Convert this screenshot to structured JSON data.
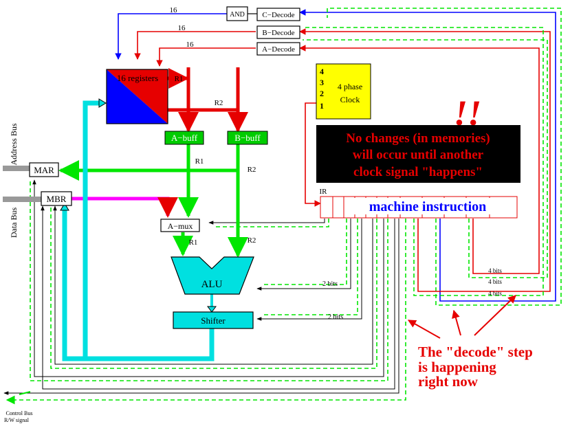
{
  "decoders": {
    "and_label": "AND",
    "c_decode": "C−Decode",
    "b_decode": "B−Decode",
    "a_decode": "A−Decode",
    "width_label": "16"
  },
  "registers": {
    "label": "16 registers",
    "r1": "R1",
    "r2": "R2"
  },
  "buffers": {
    "a": "A−buff",
    "b": "B−buff"
  },
  "bus_labels": {
    "address": "Address Bus",
    "data": "Data Bus",
    "control_1": "Control Bus",
    "control_2": "R/W signal"
  },
  "mar": "MAR",
  "mbr": "MBR",
  "amux": "A−mux",
  "alu": "ALU",
  "shifter": "Shifter",
  "clock": {
    "phases": [
      "4",
      "3",
      "2",
      "1"
    ],
    "label_1": "4 phase",
    "label_2": "Clock"
  },
  "exclamation": "!!",
  "notice": {
    "line1": "No changes (in memories)",
    "line2": "will occur until another",
    "line3": "clock signal \"happens\""
  },
  "ir": {
    "label": "IR",
    "text": "machine instruction"
  },
  "bit_labels": {
    "two_bits": "2 bits",
    "four_bits": "4 bits"
  },
  "decode_note": {
    "line1": "The \"decode\" step",
    "line2": "is happening",
    "line3": "right now"
  },
  "colors": {
    "red": "#e60000",
    "blue": "#0000ff",
    "green": "#00e600",
    "cyan": "#00e0e0",
    "magenta": "#ff00ff",
    "yellow": "#ffff00",
    "buff_green": "#00cc00",
    "black": "#000000"
  }
}
